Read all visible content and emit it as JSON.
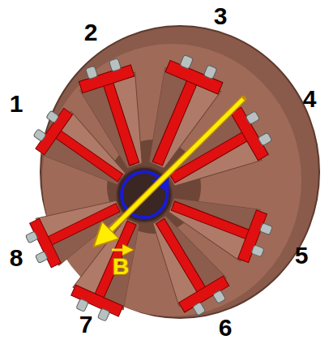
{
  "diagram": {
    "labels": [
      "1",
      "2",
      "3",
      "4",
      "5",
      "6",
      "7",
      "8",
      "B"
    ]
  }
}
